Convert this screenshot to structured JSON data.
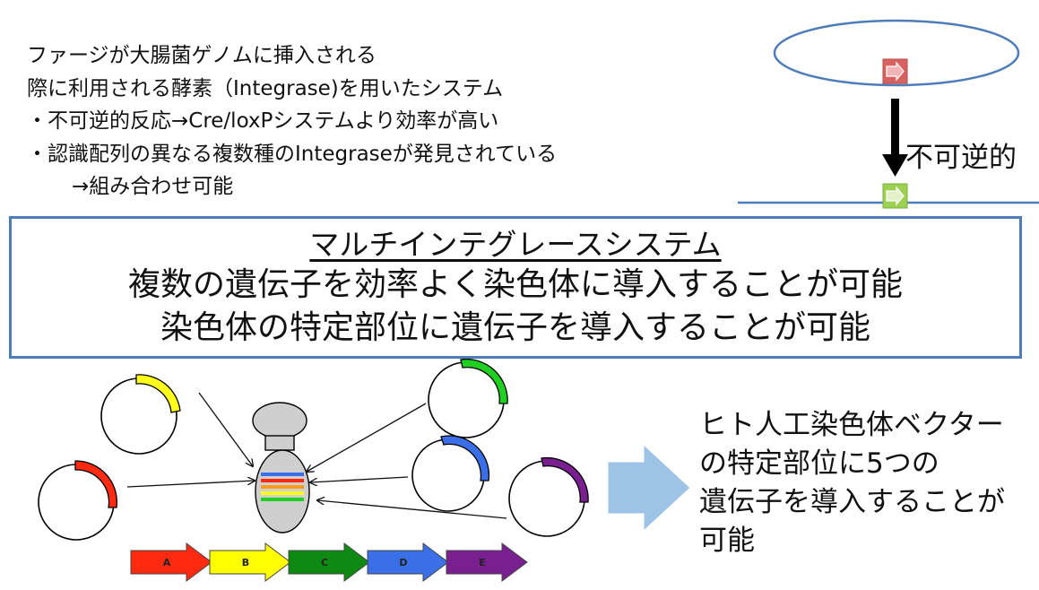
{
  "intro": {
    "line1": "ファージが大腸菌ゲノムに挿入される",
    "line2": "際に利用される酵素（Integrase)を用いたシステム",
    "line3": "・不可逆的反応→Cre/loxPシステムより効率が高い",
    "line4": "・認識配列の異なる複数種のIntegraseが発見されている",
    "line5": "→組み合わせ可能"
  },
  "irreversible_label": "不可逆的",
  "box": {
    "title": "マルチインテグレースシステム",
    "line1": "複数の遺伝子を効率よく染色体に導入することが可能",
    "line2": "染色体の特定部位に遺伝子を導入することが可能"
  },
  "result": {
    "line1": "ヒト人工染色体ベクター",
    "line2": "の特定部位に5つの",
    "line3": "遺伝子を導入することが",
    "line4": "可能"
  },
  "genes": [
    {
      "label": "A",
      "color": "#ff2a10"
    },
    {
      "label": "B",
      "color": "#ffff00"
    },
    {
      "label": "C",
      "color": "#0e8a12"
    },
    {
      "label": "D",
      "color": "#3a6fe8"
    },
    {
      "label": "E",
      "color": "#7a1f8f"
    }
  ],
  "colors": {
    "box_border": "#4e7cb9",
    "plasmid_yellow": "#ffff1a",
    "plasmid_red": "#ff2a10",
    "plasmid_green": "#20d020",
    "plasmid_blue": "#3a6fe8",
    "plasmid_purple": "#7a1f8f",
    "att_red": "#e8787a",
    "att_green": "#c4df8a",
    "big_arrow": "#9dc3e6"
  }
}
